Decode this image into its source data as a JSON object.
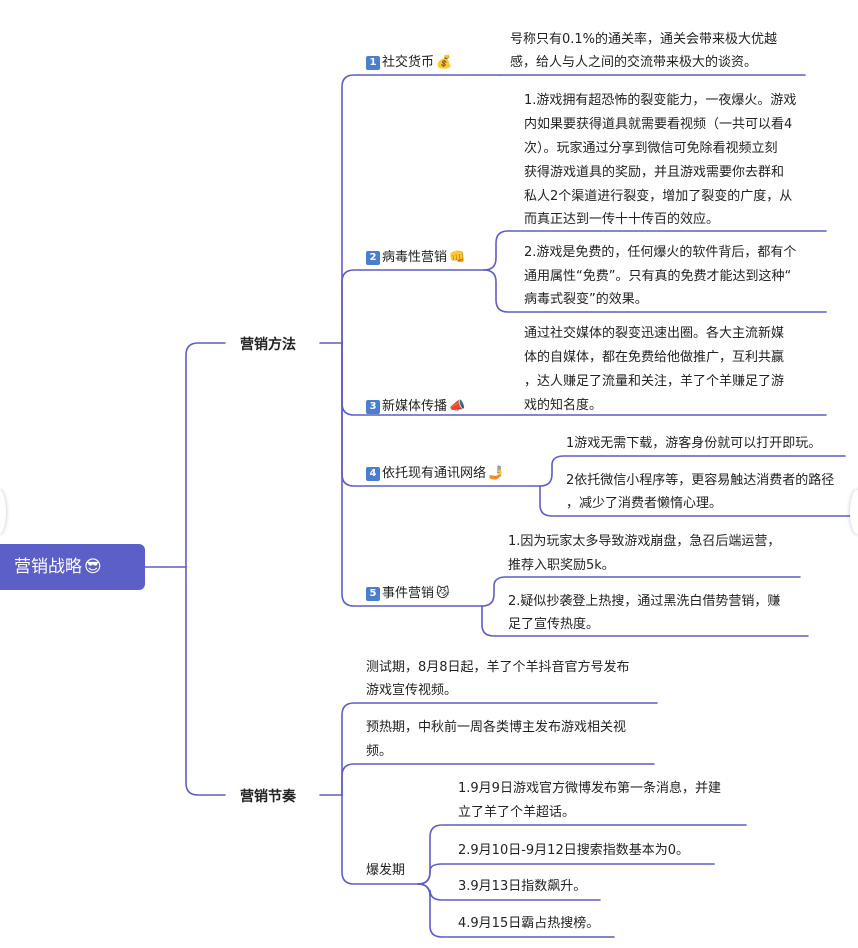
{
  "root": {
    "label": "营销战略",
    "emoji": "😎"
  },
  "branches": [
    {
      "label": "营销方法"
    },
    {
      "label": "营销节奏"
    }
  ],
  "methods": [
    {
      "num": "1",
      "label": "社交货币",
      "emoji": "💰",
      "notes": [
        [
          "号称只有0.1%的通关率，通关会带来极大优越",
          "感，给人与人之间的交流带来极大的谈资。"
        ]
      ]
    },
    {
      "num": "2",
      "label": "病毒性营销",
      "emoji": "👊",
      "notes": [
        [
          "1.游戏拥有超恐怖的裂变能力，一夜爆火。游戏",
          "内如果要获得道具就需要看视频（一共可以看4",
          "次）。玩家通过分享到微信可免除看视频立刻",
          "获得游戏道具的奖励，并且游戏需要你去群和",
          "私人2个渠道进行裂变，增加了裂变的广度，从",
          "而真正达到一传十十传百的效应。"
        ],
        [
          "2.游戏是免费的，任何爆火的软件背后，都有个",
          "通用属性“免费”。只有真的免费才能达到这种“",
          "病毒式裂变”的效果。"
        ]
      ]
    },
    {
      "num": "3",
      "label": "新媒体传播",
      "emoji": "📣",
      "notes": [
        [
          "通过社交媒体的裂变迅速出圈。各大主流新媒",
          "体的自媒体，都在免费给他做推广，互利共赢",
          "，达人赚足了流量和关注，羊了个羊赚足了游",
          "戏的知名度。"
        ]
      ]
    },
    {
      "num": "4",
      "label": "依托现有通讯网络",
      "emoji": "🤳",
      "notes": [
        [
          "1游戏无需下载，游客身份就可以打开即玩。"
        ],
        [
          "2依托微信小程序等，更容易触达消费者的路径",
          "，减少了消费者懒惰心理。"
        ]
      ]
    },
    {
      "num": "5",
      "label": "事件营销",
      "emoji": "😼",
      "notes": [
        [
          "1.因为玩家太多导致游戏崩盘，急召后端运营，",
          "推荐入职奖励5k。"
        ],
        [
          "2.疑似抄袭登上热搜，通过黑洗白借势营销，赚",
          "足了宣传热度。"
        ]
      ]
    }
  ],
  "rhythm": [
    {
      "notes": [
        [
          "测试期，8月8日起，羊了个羊抖音官方号发布",
          "游戏宣传视频。"
        ]
      ]
    },
    {
      "notes": [
        [
          "预热期，中秋前一周各类博主发布游戏相关视",
          "频。"
        ]
      ]
    },
    {
      "label": "爆发期",
      "notes": [
        [
          "1.9月9日游戏官方微博发布第一条消息，并建",
          "立了羊了个羊超话。"
        ],
        [
          "2.9月10日-9月12日搜索指数基本为0。"
        ],
        [
          "3.9月13日指数飙升。"
        ],
        [
          "4.9月15日霸占热搜榜。"
        ]
      ]
    }
  ],
  "colors": {
    "line": "#5b5fc7",
    "root": "#5b5fc7",
    "num": "#4a7fcf"
  }
}
